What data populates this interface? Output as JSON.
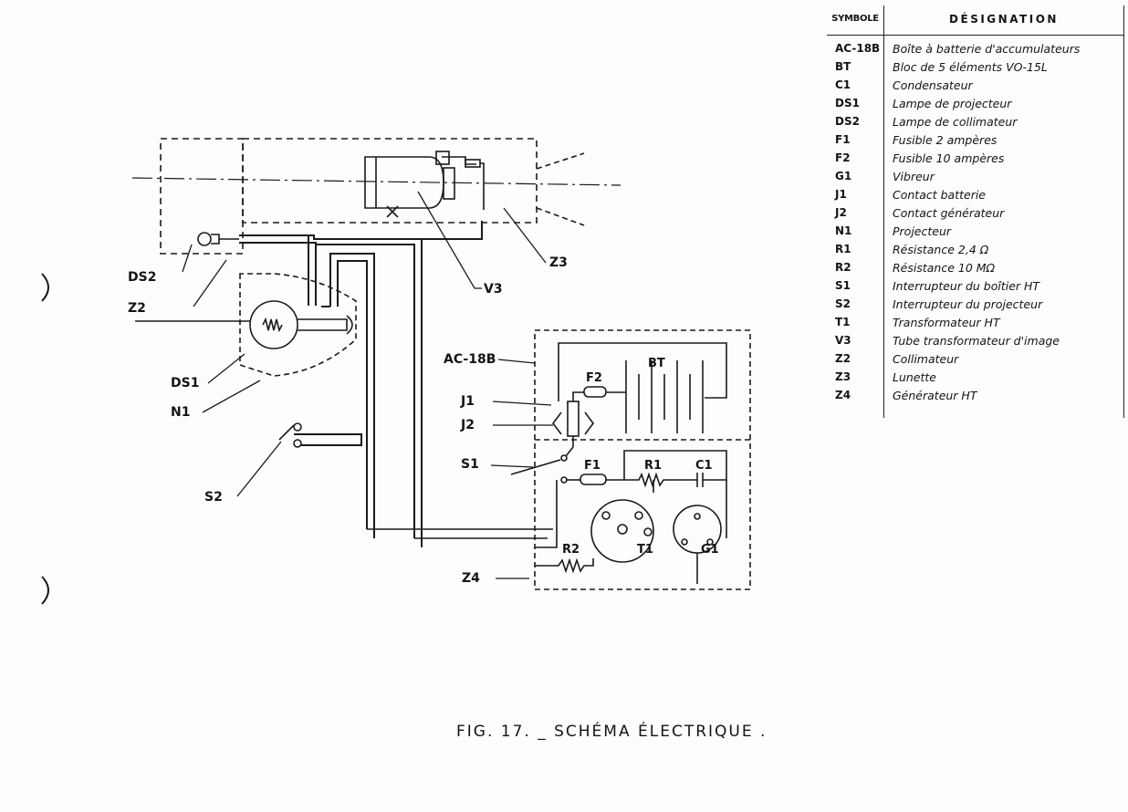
{
  "legend": {
    "header_symbol": "SYMBOLE",
    "header_designation": "DÉSIGNATION",
    "rows": [
      {
        "symbol": "AC-18B",
        "designation": "Boîte à batterie d'accumulateurs"
      },
      {
        "symbol": "BT",
        "designation": "Bloc de 5 éléments VO-15L"
      },
      {
        "symbol": "C1",
        "designation": "Condensateur"
      },
      {
        "symbol": "DS1",
        "designation": "Lampe de projecteur"
      },
      {
        "symbol": "DS2",
        "designation": "Lampe de collimateur"
      },
      {
        "symbol": "F1",
        "designation": "Fusible 2 ampères"
      },
      {
        "symbol": "F2",
        "designation": "Fusible 10 ampères"
      },
      {
        "symbol": "G1",
        "designation": "Vibreur"
      },
      {
        "symbol": "J1",
        "designation": "Contact batterie"
      },
      {
        "symbol": "J2",
        "designation": "Contact générateur"
      },
      {
        "symbol": "N1",
        "designation": "Projecteur"
      },
      {
        "symbol": "R1",
        "designation": "Résistance 2,4 Ω"
      },
      {
        "symbol": "R2",
        "designation": "Résistance 10 MΩ"
      },
      {
        "symbol": "S1",
        "designation": "Interrupteur du boîtier HT"
      },
      {
        "symbol": "S2",
        "designation": "Interrupteur du projecteur"
      },
      {
        "symbol": "T1",
        "designation": "Transformateur HT"
      },
      {
        "symbol": "V3",
        "designation": "Tube transformateur d'image"
      },
      {
        "symbol": "Z2",
        "designation": "Collimateur"
      },
      {
        "symbol": "Z3",
        "designation": "Lunette"
      },
      {
        "symbol": "Z4",
        "designation": "Générateur HT"
      }
    ]
  },
  "labels": {
    "ds2": "DS2",
    "z2": "Z2",
    "ds1": "DS1",
    "n1": "N1",
    "s2": "S2",
    "v3": "V3",
    "z3": "Z3",
    "ac18b": "AC-18B",
    "j1": "J1",
    "j2": "J2",
    "s1": "S1",
    "z4": "Z4",
    "f2": "F2",
    "bt": "BT",
    "f1": "F1",
    "r1": "R1",
    "c1": "C1",
    "r2": "R2",
    "t1": "T1",
    "g1": "G1"
  },
  "caption": "FIG. 17. _ SCHÉMA ÉLECTRIQUE ."
}
